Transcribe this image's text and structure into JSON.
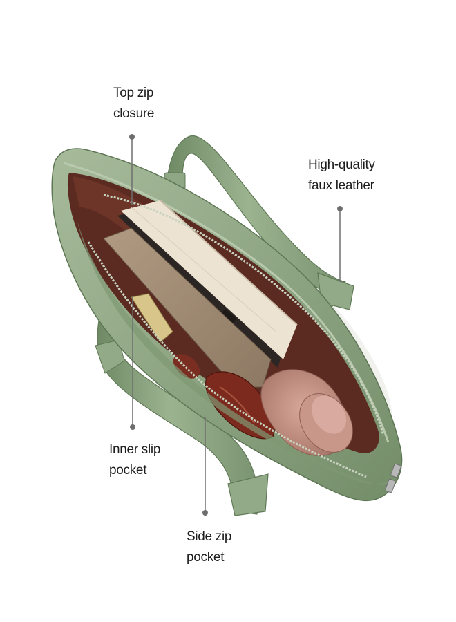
{
  "callouts": {
    "top_zip": {
      "line1": "Top zip",
      "line2": "closure"
    },
    "faux_leather": {
      "line1": "High-quality",
      "line2": "faux leather"
    },
    "inner_slip": {
      "line1": "Inner slip",
      "line2": "pocket"
    },
    "side_zip": {
      "line1": "Side zip",
      "line2": "pocket"
    }
  },
  "colors": {
    "background": "#ffffff",
    "bag_green": "#8fa684",
    "bag_green_dark": "#6c8461",
    "lining": "#5a2a20",
    "pointer": "#6e6e6e",
    "label_text": "#1d1d1d"
  }
}
